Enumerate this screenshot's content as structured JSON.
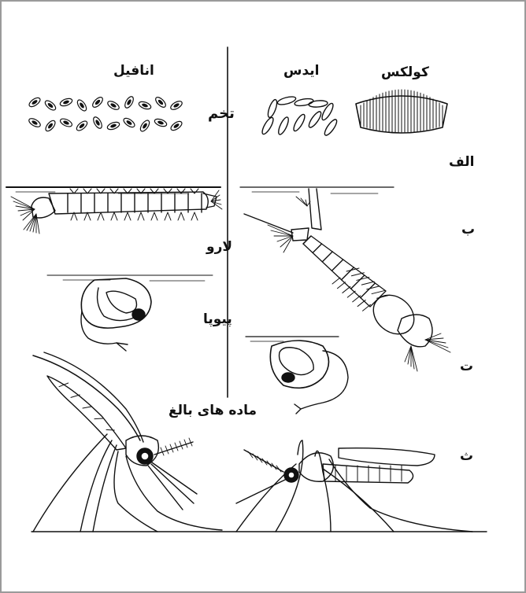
{
  "species": {
    "anopheles": "انافیل",
    "aedes": "ایدس",
    "culex": "کولکس"
  },
  "stages": {
    "egg": "تخم",
    "larva": "لارو",
    "pupa": "پیوپا",
    "adult_females": "ماده های بالغ"
  },
  "row_letters": {
    "a": "الف",
    "b": "ب",
    "c": "ت",
    "d": "ث"
  },
  "colors": {
    "ink": "#111111",
    "frame": "#9a9a9a",
    "background": "#ffffff"
  }
}
